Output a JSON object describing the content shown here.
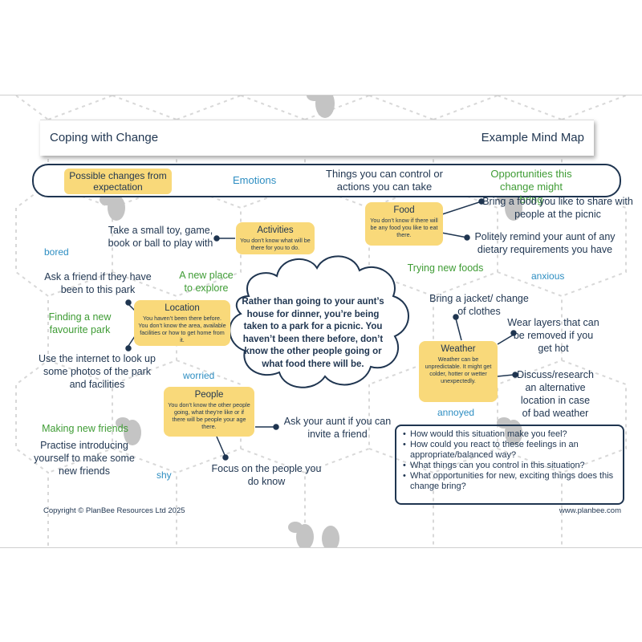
{
  "header": {
    "title": "Coping with Change",
    "subtitle": "Example Mind Map"
  },
  "key": {
    "changes": "Possible changes from expectation",
    "emotions": "Emotions",
    "control": "Things you can control or actions you can take",
    "opportunities": "Opportunities this change might bring"
  },
  "central": "Rather than going to your aunt’s house for dinner, you’re being taken to a park for a picnic. You haven’t been there before, don’t know the other people going or what food there will be.",
  "nodes": {
    "activities": {
      "title": "Activities",
      "desc": "You don’t know what will be there for you to do."
    },
    "food": {
      "title": "Food",
      "desc": "You don’t know if there will be any food you like to eat there."
    },
    "location": {
      "title": "Location",
      "desc": "You haven’t been there before. You don’t know the area, available facilities or how to get home from it."
    },
    "weather": {
      "title": "Weather",
      "desc": "Weather can be unpredictable. It might get colder, hotter or wetter unexpectedly."
    },
    "people": {
      "title": "People",
      "desc": "You don’t know the other people going, what they’re like or if there will be people your age there."
    }
  },
  "actions": {
    "toy": "Take a small toy, game, book or ball to play with",
    "bring_food": "Bring a food you like to share with people at the picnic",
    "remind": "Politely remind your aunt of any dietary requirements you have",
    "ask_friend": "Ask a friend if they have been to this park",
    "internet": "Use the internet to look up some photos of the park and facilities",
    "jacket": "Bring a jacket/ change of clothes",
    "layers": "Wear layers that can be removed if you get hot",
    "discuss": "Discuss/research an alternative location in case of bad weather",
    "invite": "Ask your aunt if you can invite a friend",
    "introduce": "Practise introducing yourself to make some new friends",
    "focus": "Focus on the people you do know"
  },
  "opportunities": {
    "new_place": "A new place to explore",
    "new_park": "Finding a new favourite park",
    "new_foods": "Trying new foods",
    "new_friends": "Making new friends"
  },
  "emotions": {
    "bored": "bored",
    "anxious": "anxious",
    "worried": "worried",
    "annoyed": "annoyed",
    "shy": "shy"
  },
  "questions": [
    "How would this situation make you feel?",
    "How could you react to these feelings in an appropriate/balanced way?",
    "What things can you control in this situation?",
    "What opportunities for new, exciting things does this change bring?"
  ],
  "footer": {
    "copyright": "Copyright © PlanBee Resources Ltd 2025",
    "website": "www.planbee.com"
  },
  "colors": {
    "navy": "#1f3550",
    "yellow": "#f9d97a",
    "green": "#3f9c35",
    "blue": "#2e8ec2"
  }
}
